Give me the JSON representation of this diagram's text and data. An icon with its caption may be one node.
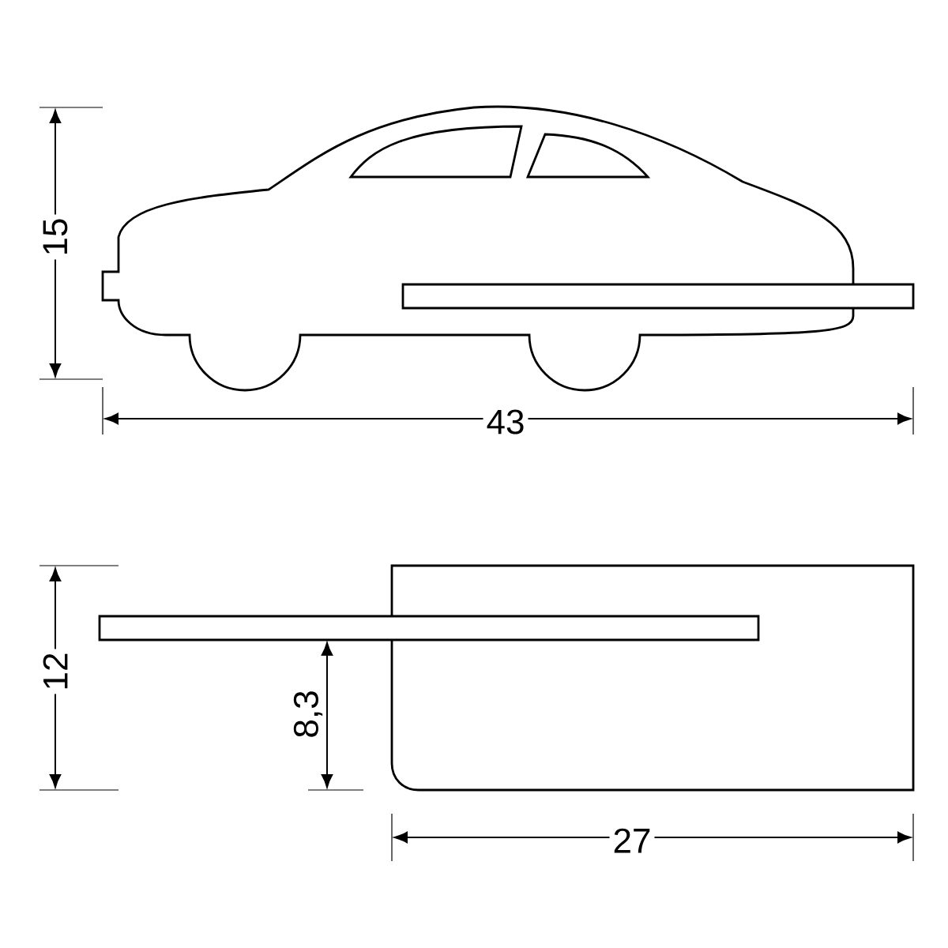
{
  "diagram": {
    "labels": [
      "15",
      "43",
      "12",
      "8,3",
      "27"
    ]
  }
}
